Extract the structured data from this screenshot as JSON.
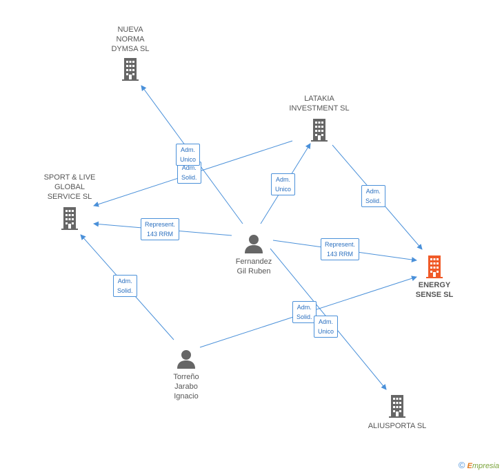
{
  "nodes": {
    "nueva_norma": {
      "label": "NUEVA\nNORMA\nDYMSA  SL",
      "type": "company"
    },
    "latakia": {
      "label": "LATAKIA\nINVESTMENT SL",
      "type": "company"
    },
    "sport_live": {
      "label": "SPORT & LIVE\nGLOBAL\nSERVICE SL",
      "type": "company"
    },
    "energy_sense": {
      "label": "ENERGY\nSENSE SL",
      "type": "company-focus"
    },
    "aliusporta": {
      "label": "ALIUSPORTA  SL",
      "type": "company"
    },
    "fernandez": {
      "label": "Fernandez\nGil Ruben",
      "type": "person"
    },
    "torreno": {
      "label": "Torreño\nJarabo\nIgnacio",
      "type": "person"
    }
  },
  "edge_labels": {
    "adm_unico_nueva": "Adm.\nUnico",
    "adm_solid_sport_top": "Adm.\nSolid.",
    "adm_unico_latakia": "Adm.\nUnico",
    "adm_solid_latakia_energy": "Adm.\nSolid.",
    "represent_sport": "Represent.\n143 RRM",
    "represent_energy": "Represent.\n143 RRM",
    "adm_solid_sport_bottom": "Adm.\nSolid.",
    "adm_solid_energy_bottom": "Adm.\nSolid.",
    "adm_unico_aliusporta": "Adm.\nUnico"
  },
  "colors": {
    "edge": "#4a90d9",
    "company_icon": "#666666",
    "focus_icon": "#f05a28",
    "person_icon": "#666666"
  },
  "footer": {
    "copyright": "©",
    "brand_initial": "E",
    "brand_rest": "mpresia"
  }
}
